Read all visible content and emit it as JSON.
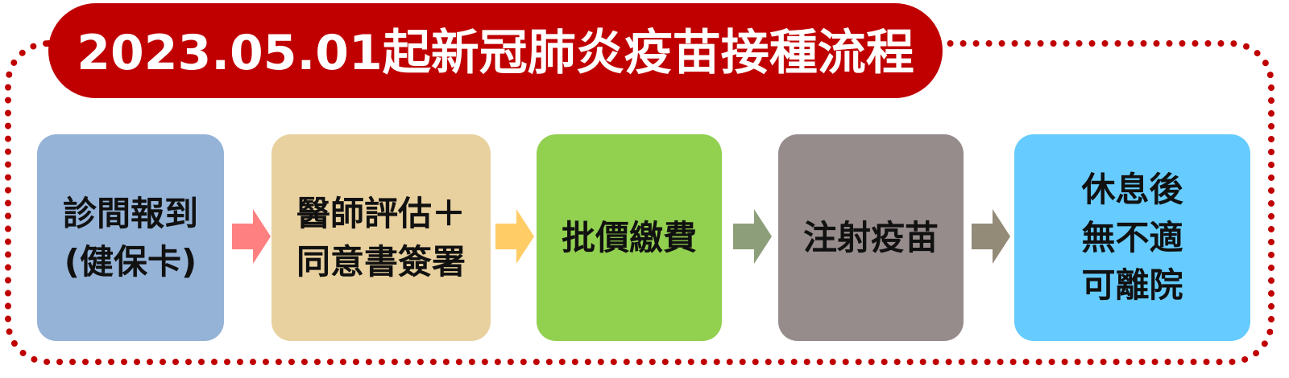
{
  "title": "2023.05.01起新冠肺炎疫苗接種流程",
  "steps": [
    {
      "label": "診間報到\n(健保卡)",
      "color": "#95b3d7"
    },
    {
      "label": "醫師評估＋\n同意書簽署",
      "color": "#e8d19f"
    },
    {
      "label": "批價繳費",
      "color": "#92d050"
    },
    {
      "label": "注射疫苗",
      "color": "#968c8c"
    },
    {
      "label": "休息後\n無不適\n可離院",
      "color": "#66ccff"
    }
  ],
  "arrows": [
    {
      "color": "#ff8080"
    },
    {
      "color": "#ffcc66"
    },
    {
      "color": "#8d9f7a"
    },
    {
      "color": "#948a78"
    }
  ],
  "colors": {
    "title_bg": "#c00000",
    "title_text": "#ffffff",
    "frame": "#c00000"
  }
}
